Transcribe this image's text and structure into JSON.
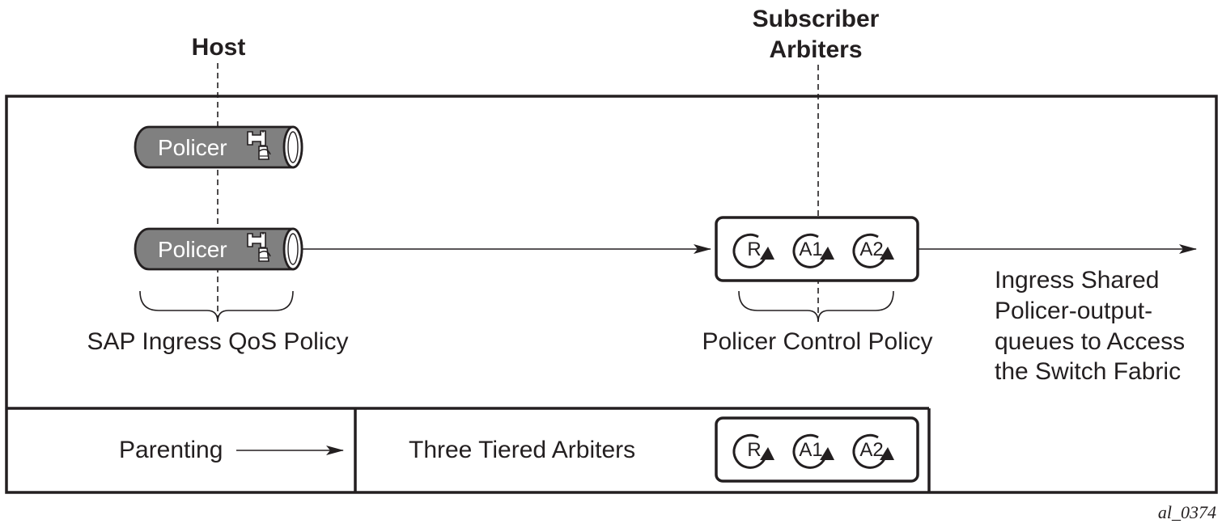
{
  "labels": {
    "host": "Host",
    "subscriber_line1": "Subscriber",
    "subscriber_line2": "Arbiters",
    "policer_top": "Policer",
    "policer_bottom": "Policer",
    "sap_policy": "SAP Ingress QoS Policy",
    "policer_control_policy": "Policer Control Policy",
    "ingress_line1": "Ingress Shared",
    "ingress_line2": "Policer-output-",
    "ingress_line3": "queues to Access",
    "ingress_line4": "the Switch Fabric"
  },
  "legend": {
    "parenting": "Parenting",
    "three_tiered": "Three Tiered Arbiters"
  },
  "arbiters": {
    "root": "R",
    "a1": "A1",
    "a2": "A2"
  },
  "figure_id": "al_0374",
  "icons": [
    "faucet-bucket-icon",
    "curved-arrow-icon"
  ],
  "colors": {
    "policer_fill": "#808080",
    "stroke": "#231f20"
  }
}
